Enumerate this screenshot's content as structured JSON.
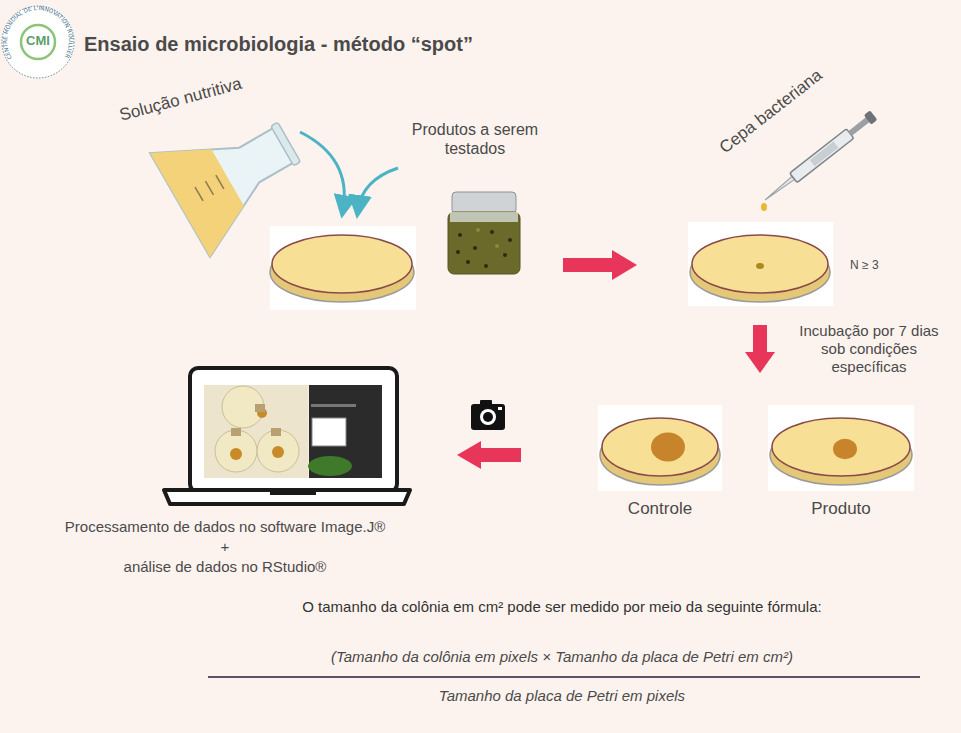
{
  "diagram": {
    "title": "Ensaio de microbiologia - método “spot”",
    "nodes": [
      {
        "text": [
          "Controle"
        ]
      },
      {
        "text": [
          "Produto"
        ]
      }
    ],
    "labels": [
      "CMI",
      "CENTRE MONDIAL DE L'INNOVATION ROULLIER",
      "Solução nutritiva",
      "Produtos a serem testados",
      "Cepa bacteriana",
      "N ≥ 3",
      "Incubação por 7 dias sob condições específicas",
      "Processamento de dados no software Image.J®",
      "+",
      "análise de dados no RStudio®",
      "O tamanho da colônia em cm² pode ser medido por meio da seguinte fórmula:",
      "(Tamanho da colônia em pixels × Tamanho da placa de Petri em cm²)",
      "Tamanho da placa de Petri em pixels"
    ]
  }
}
